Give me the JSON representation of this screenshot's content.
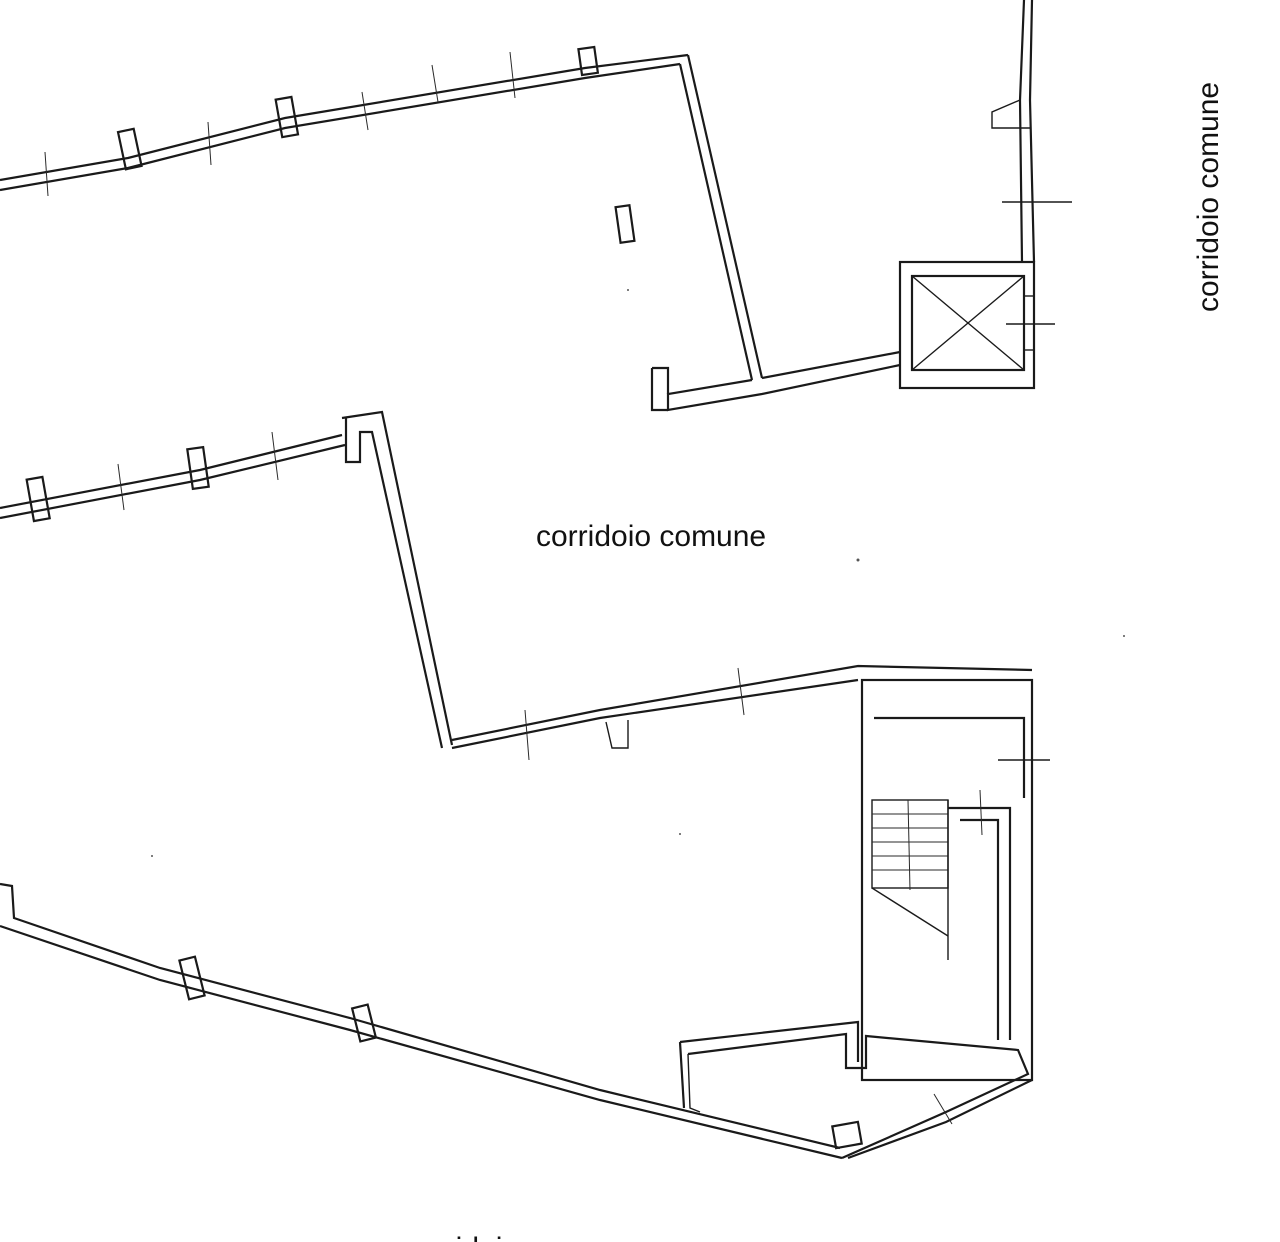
{
  "labels": {
    "corridor_right": "corridoio comune",
    "corridor_center": "corridoio comune",
    "corridor_bottom": "corridoio comune"
  },
  "style": {
    "line_color": "#1a1a1a",
    "background": "#ffffff"
  }
}
